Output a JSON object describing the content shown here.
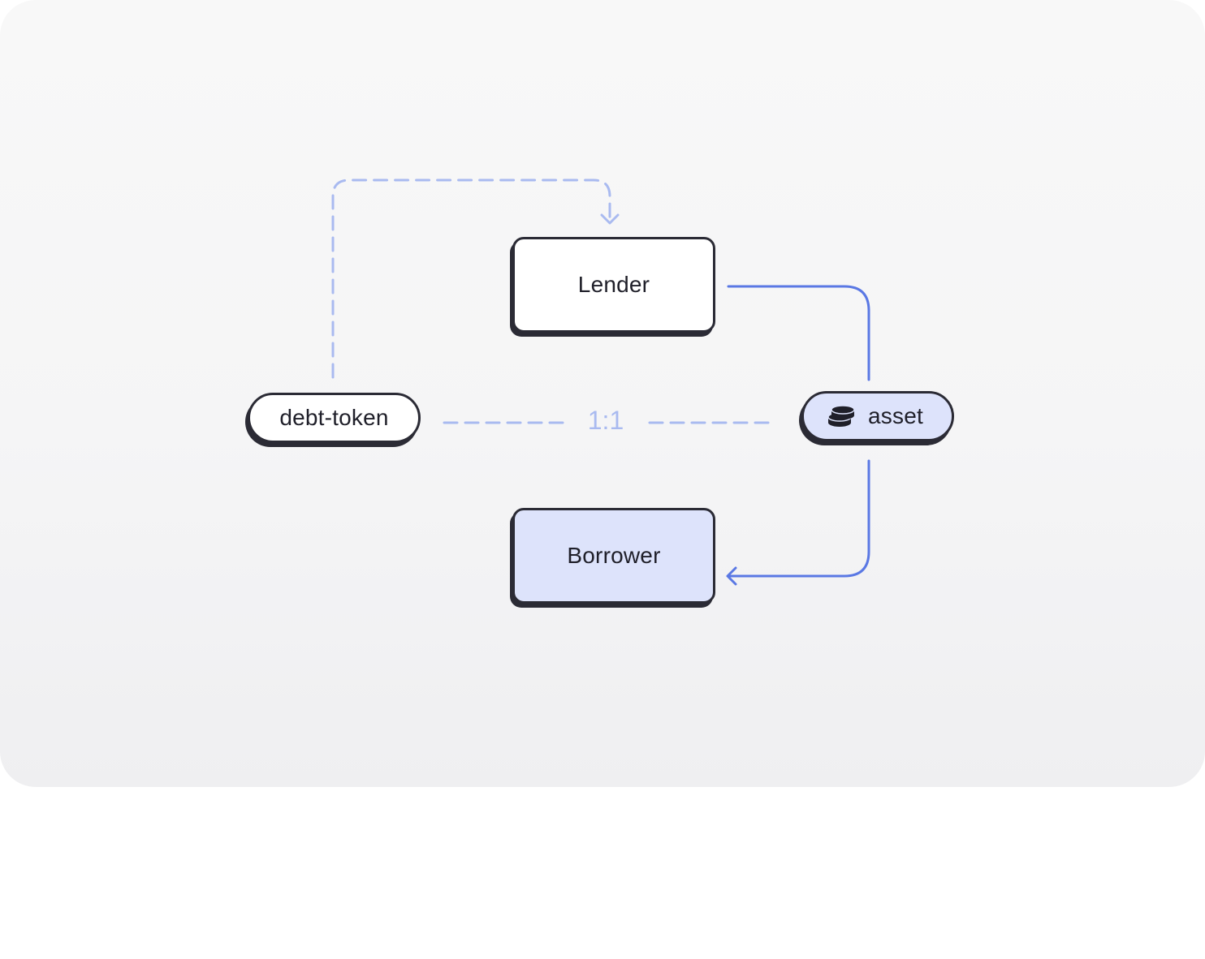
{
  "diagram": {
    "nodes": {
      "lender": {
        "label": "Lender"
      },
      "borrower": {
        "label": "Borrower"
      },
      "debt_token": {
        "label": "debt-token"
      },
      "asset": {
        "label": "asset",
        "icon": "coins-stack-icon"
      }
    },
    "ratio_label": "1:1",
    "colors": {
      "solid_flow": "#5a78e4",
      "dashed_flow": "#a9baf0",
      "node_border": "#2b2b35",
      "highlight_fill": "#dde3fb"
    }
  }
}
